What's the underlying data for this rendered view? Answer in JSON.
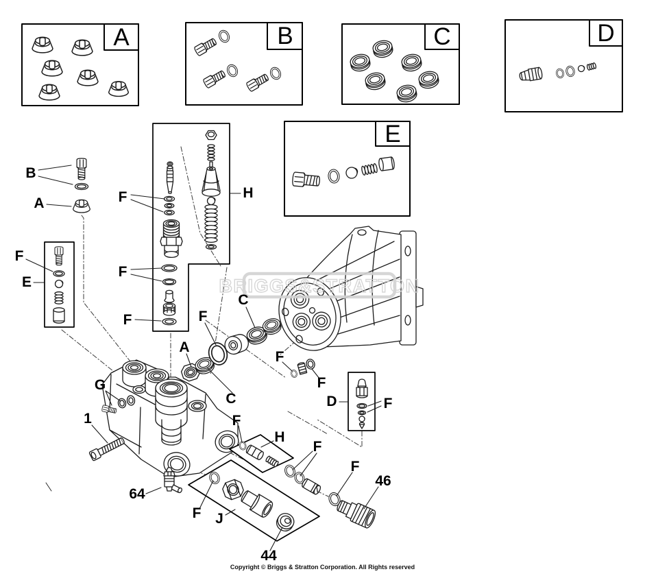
{
  "diagram": {
    "watermark": "BRIGGS&STRATTON",
    "copyright": "Copyright © Briggs & Stratton Corporation. All Rights reserved"
  },
  "kit_boxes": [
    {
      "label": "A"
    },
    {
      "label": "B"
    },
    {
      "label": "C"
    },
    {
      "label": "D"
    },
    {
      "label": "E"
    }
  ],
  "callouts": {
    "b_plug": "B",
    "a_cap": "A",
    "f_e_oring": "F",
    "e_kit": "E",
    "f_valve_washers": "F",
    "f_valve_orings": "F",
    "f_valve_seal": "F",
    "h_regulator": "H",
    "c_seal_upper": "C",
    "f_large_oring": "F",
    "a_inlet_fitting": "A",
    "c_seal_lower": "C",
    "f_small_oring": "F",
    "f_washer": "F",
    "d_kit": "D",
    "f_d_orings": "F",
    "g_plug": "G",
    "bolt_1": "1",
    "f_h_oring": "F",
    "h_piston_kit": "H",
    "f_outlet_orings": "F",
    "f_coupler_oring": "F",
    "coupler_46": "46",
    "thermal_valve_64": "64",
    "f_j_oring": "F",
    "j_kit": "J",
    "plug_44": "44"
  }
}
